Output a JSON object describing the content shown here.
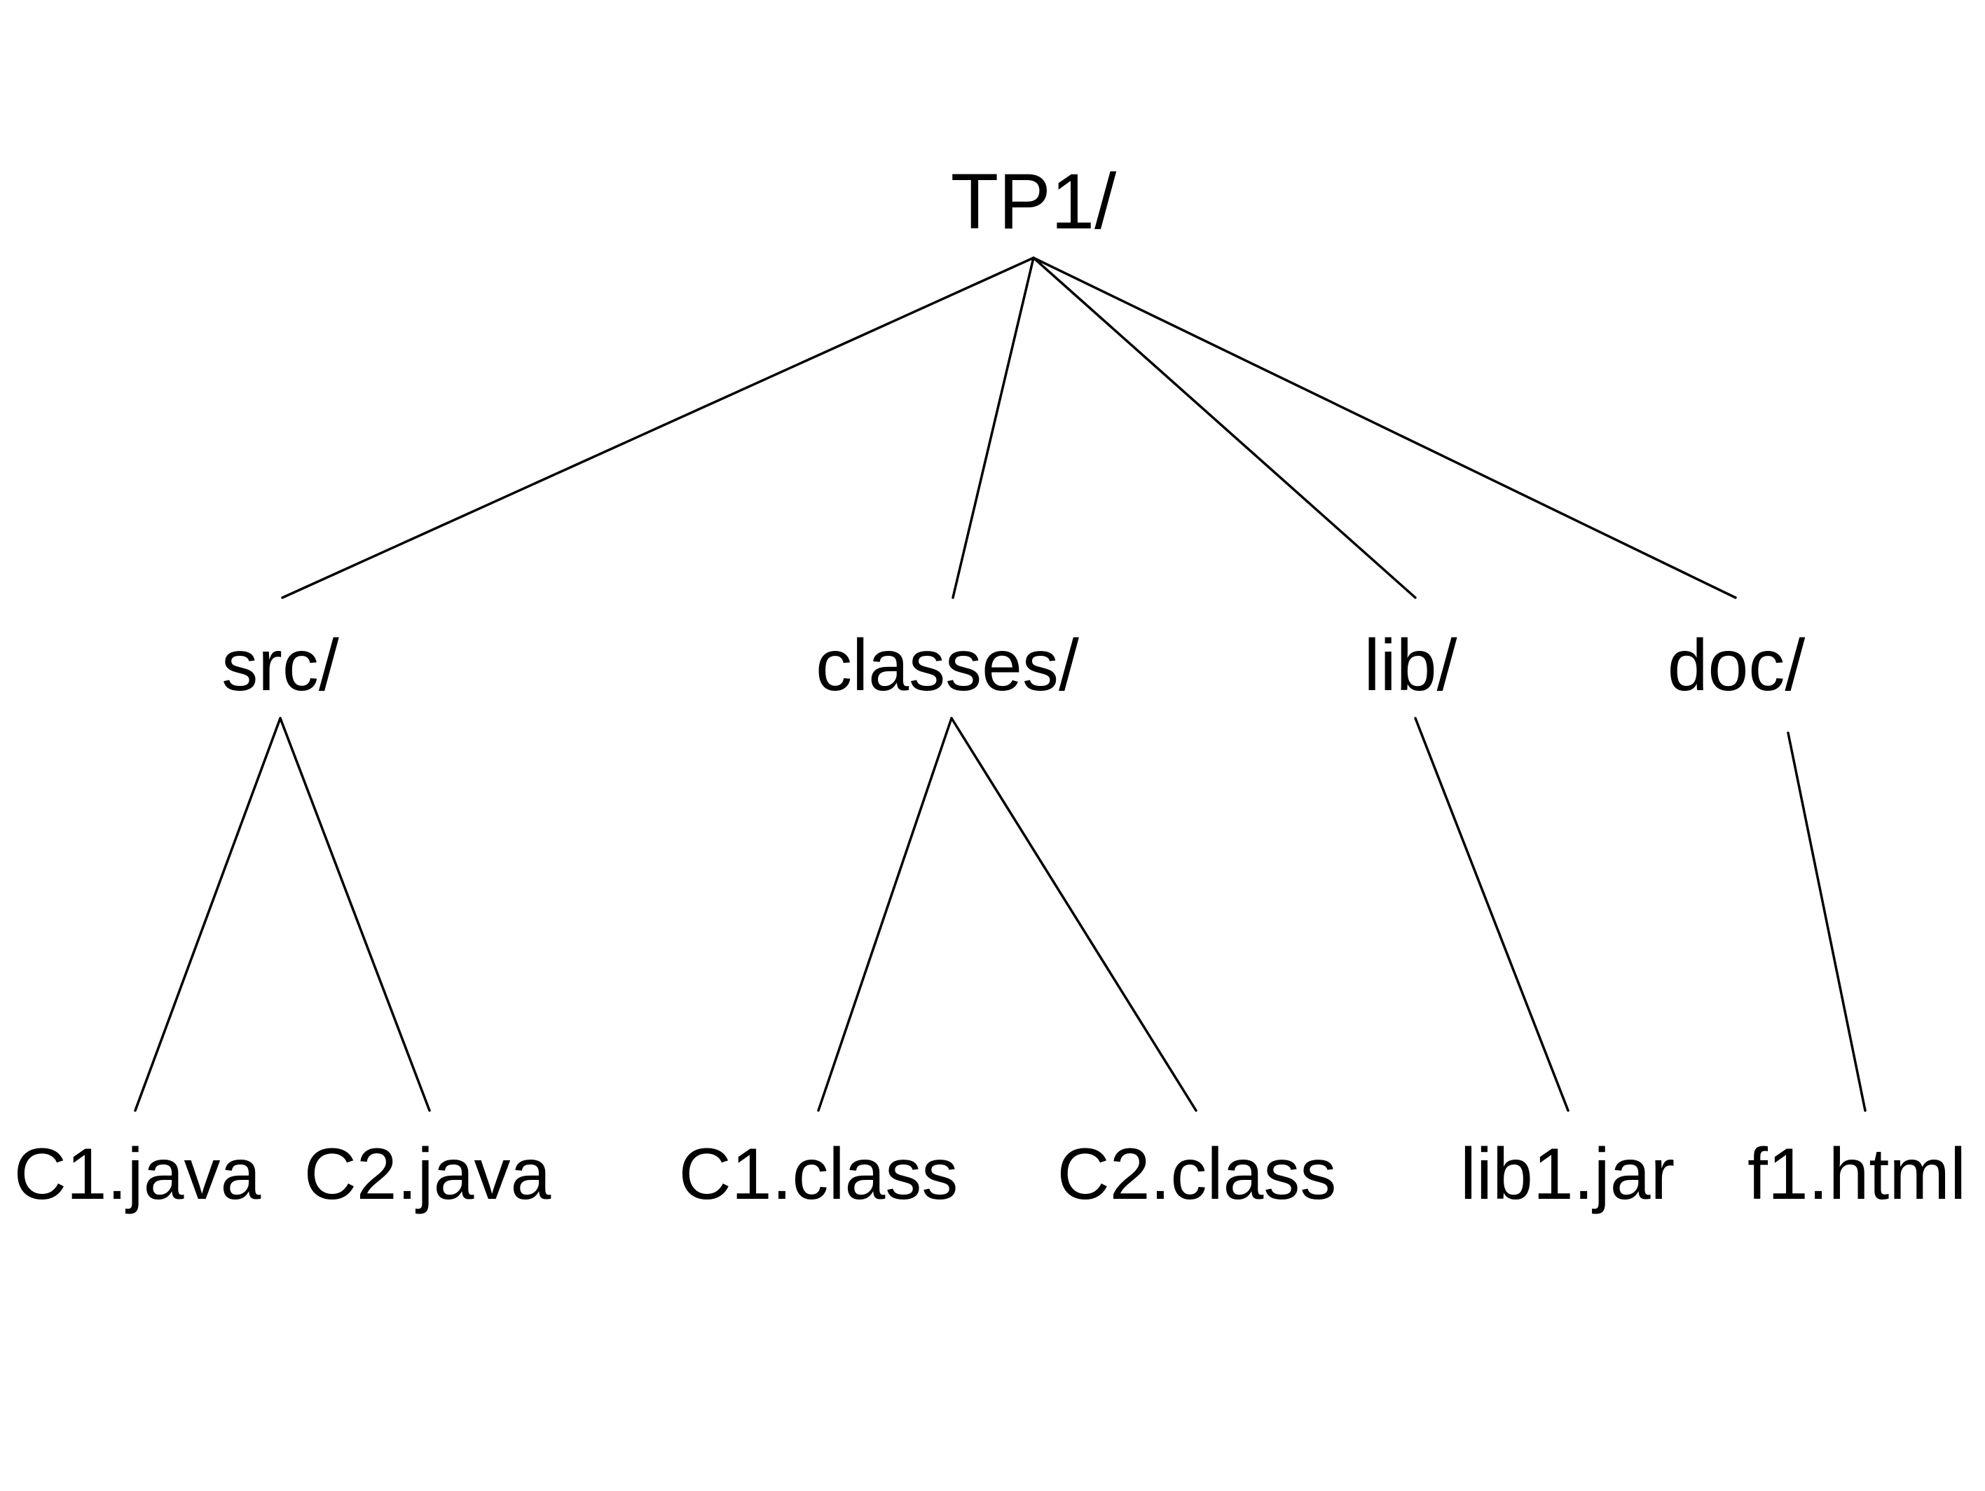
{
  "tree": {
    "root": {
      "label": "TP1/"
    },
    "dirs": [
      {
        "label": "src/",
        "files": [
          "C1.java",
          "C2.java"
        ]
      },
      {
        "label": "classes/",
        "files": [
          "C1.class",
          "C2.class"
        ]
      },
      {
        "label": "lib/",
        "files": [
          "lib1.jar"
        ]
      },
      {
        "label": "doc/",
        "files": [
          "f1.html"
        ]
      }
    ]
  }
}
